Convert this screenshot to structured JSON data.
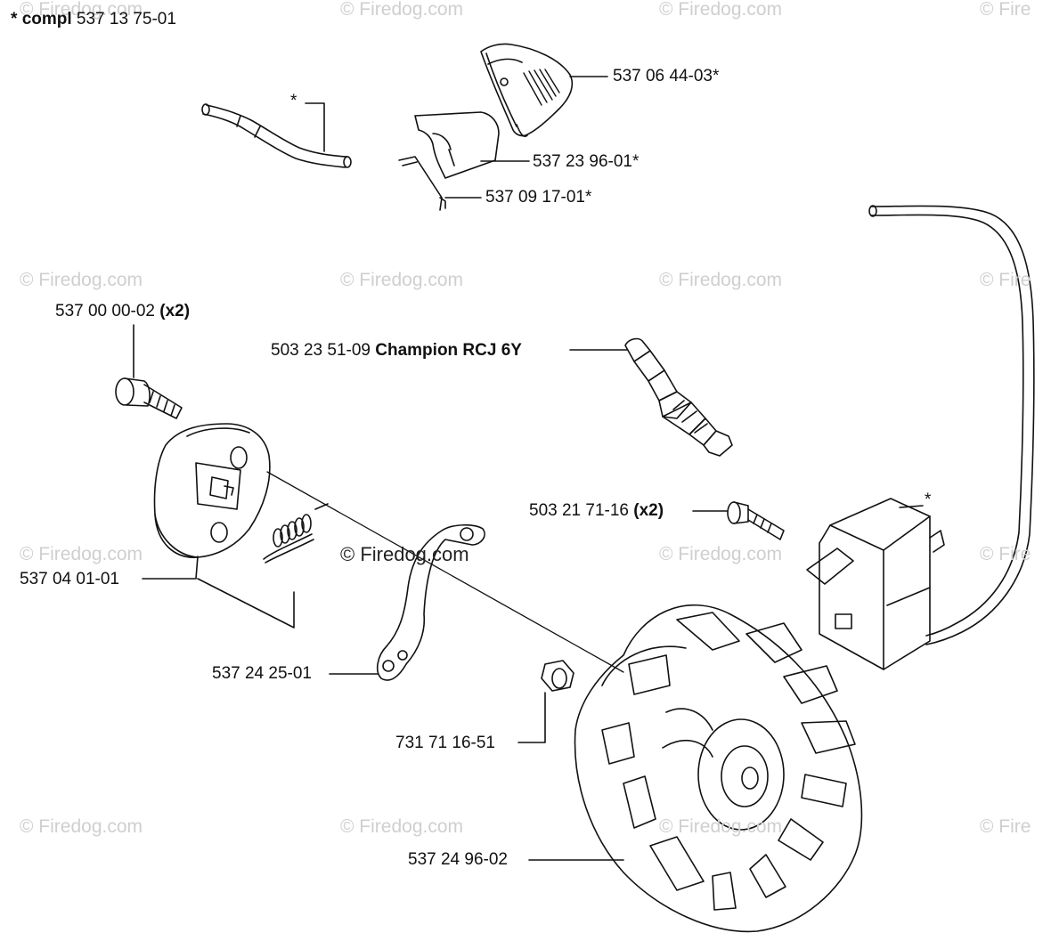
{
  "header": {
    "prefix": "* ",
    "compl_word": "compl",
    "compl_number": " 537 13 75-01"
  },
  "labels": {
    "cover": "537 06 44-03*",
    "plate": "537 23 96-01*",
    "clip": "537 09 17-01*",
    "bolt_number": "537 00 00-02 ",
    "bolt_qty": "(x2)",
    "spark_number": "503 23 51-09 ",
    "spark_brand": "Champion RCJ 6Y",
    "screw_number": "503 21 71-16 ",
    "screw_qty": "(x2)",
    "clutch": "537 04 01-01",
    "arm": "537 24 25-01",
    "nut": "731 71 16-51",
    "flywheel": "537 24 96-02",
    "asterisk_hose": "*",
    "asterisk_module": "*"
  },
  "watermarks": {
    "text": "© Firedog.com",
    "edge_text": "© Fire",
    "center": "© Firedog.com"
  },
  "colors": {
    "line": "#111111",
    "watermark": "#cfcfcf",
    "background": "#ffffff"
  }
}
